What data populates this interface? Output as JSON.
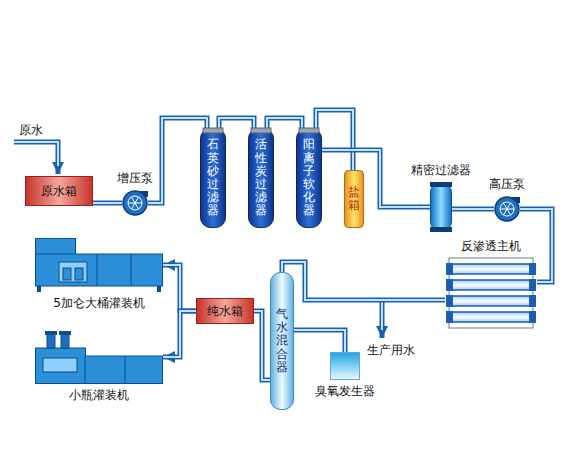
{
  "diagram": {
    "nodes": [
      {
        "text": [
          "原水箱"
        ]
      },
      {
        "text": [
          "增压泵"
        ]
      },
      {
        "text": [
          "石英砂过滤器"
        ]
      },
      {
        "text": [
          "活性炭过滤器"
        ]
      },
      {
        "text": [
          "阳离子软化器"
        ]
      },
      {
        "text": [
          "盐箱"
        ]
      },
      {
        "text": [
          "精密过滤器"
        ]
      },
      {
        "text": [
          "高压泵"
        ]
      },
      {
        "text": [
          "反渗透主机"
        ]
      },
      {
        "text": [
          "5加仑大桶灌装机"
        ]
      },
      {
        "text": [
          "纯水箱"
        ]
      },
      {
        "text": [
          "气水混合器"
        ]
      },
      {
        "text": [
          "小瓶灌装机"
        ]
      },
      {
        "text": [
          "臭氧发生器"
        ]
      }
    ],
    "edges": [
      {
        "from": 0,
        "to": 1,
        "arrow": "none"
      },
      {
        "from": 1,
        "to": 2,
        "arrow": "none"
      },
      {
        "from": 2,
        "to": 3,
        "arrow": "none"
      },
      {
        "from": 3,
        "to": 4,
        "arrow": "none"
      },
      {
        "from": 4,
        "to": 5,
        "arrow": "none"
      },
      {
        "from": 4,
        "to": 6,
        "arrow": "none"
      },
      {
        "from": 6,
        "to": 7,
        "arrow": "none"
      },
      {
        "from": 7,
        "to": 8,
        "arrow": "none"
      },
      {
        "from": 8,
        "to": 11,
        "arrow": "none"
      },
      {
        "from": 11,
        "to": 13,
        "arrow": "none"
      },
      {
        "from": 11,
        "to": 10,
        "arrow": "none"
      },
      {
        "from": 10,
        "to": 9,
        "arrow": "to"
      },
      {
        "from": 10,
        "to": 12,
        "arrow": "to"
      }
    ],
    "labels": [
      "原水",
      "生产用水"
    ]
  }
}
